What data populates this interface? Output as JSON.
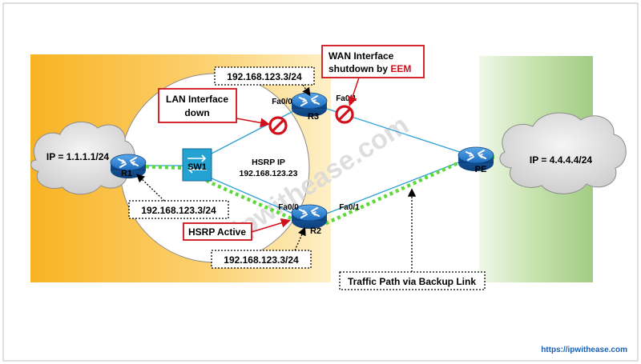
{
  "watermark": "ipwithease.com",
  "footer_url": "https://ipwithease.com",
  "clouds": {
    "left_label": "IP = 1.1.1.1/24",
    "right_label": "IP = 4.4.4.4/24"
  },
  "devices": {
    "r1": "R1",
    "sw1": "SW1",
    "r3": "R3",
    "r2": "R2",
    "pe": "PE"
  },
  "interfaces": {
    "r3_lan": "Fa0/0",
    "r3_wan": "Fa0/1",
    "r2_lan": "Fa0/0",
    "r2_wan": "Fa0/1"
  },
  "hsrp": {
    "title": "HSRP IP",
    "ip": "192.168.123.23"
  },
  "address_boxes": {
    "r3": "192.168.123.3/24",
    "r1": "192.168.123.3/24",
    "r2": "192.168.123.3/24"
  },
  "callouts": {
    "wan_line1": "WAN Interface",
    "wan_line2": "shutdown by ",
    "wan_highlight": "EEM",
    "lan_line1": "LAN Interface",
    "lan_line2": "down",
    "hsrp_active": "HSRP Active",
    "traffic_path": "Traffic Path via Backup Link"
  },
  "colors": {
    "lan_zone": "#fbc43a",
    "wan_zone": "#a9d18e",
    "router": "#1f6fc0",
    "link": "#2aa0d8",
    "backup_path": "#66dd44",
    "callout_border": "#d0101a",
    "eem_text": "#d0101a",
    "footer_text": "#1a5fb4"
  }
}
